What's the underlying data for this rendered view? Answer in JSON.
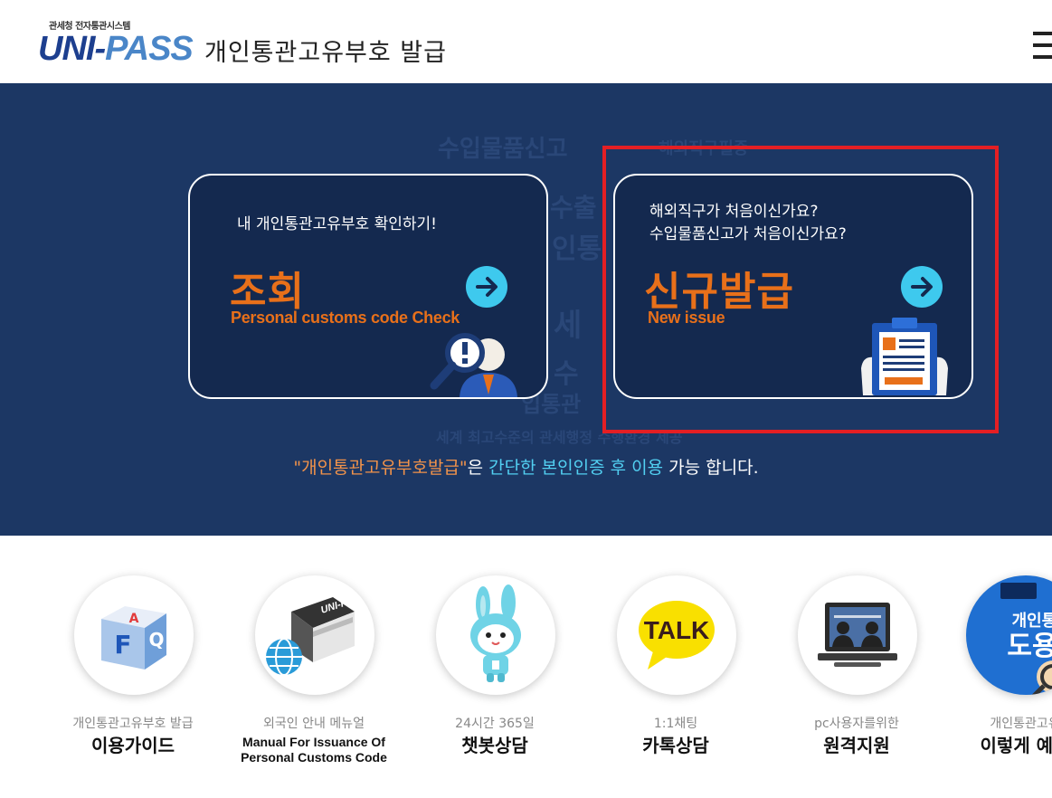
{
  "header": {
    "logo_sub": "관세청 전자통관시스템",
    "logo_uni": "UNI-",
    "logo_pass": "PASS",
    "title": "개인통관고유부호 발급"
  },
  "hero": {
    "bg_words": [
      "수입물품신고",
      "해외직구필증",
      "수출",
      "인통",
      "세",
      "수",
      "입통관",
      "세계 최고수준의 관세행정 수행환경 제공"
    ],
    "cards": [
      {
        "desc_lines": [
          "내 개인통관고유부호 확인하기!"
        ],
        "title": "조회",
        "subtitle_en": "Personal customs code Check",
        "icon": "magnifier-person-icon"
      },
      {
        "desc_lines": [
          "해외직구가 처음이신가요?",
          "수입물품신고가 처음이신가요?"
        ],
        "title": "신규발급",
        "subtitle_en": "New issue",
        "icon": "clipboard-document-icon"
      }
    ],
    "notice": {
      "part1": "\"개인통관고유부호발급\"",
      "part2": "은 ",
      "part3": "간단한 본인인증 후 이용",
      "part4": " 가능 합니다."
    }
  },
  "quick_menu": [
    {
      "sub": "개인통관고유부호 발급",
      "main": "이용가이드",
      "icon": "faq-cube-icon"
    },
    {
      "sub": "외국인 안내 메뉴얼",
      "main_en": [
        "Manual For Issuance Of",
        "Personal Customs Code"
      ],
      "icon": "globe-book-icon",
      "book_label": "UNI-PASS"
    },
    {
      "sub": "24시간 365일",
      "main": "챗봇상담",
      "icon": "rabbit-mascot-icon"
    },
    {
      "sub": "1:1채팅",
      "main": "카톡상담",
      "icon": "talk-bubble-icon",
      "bubble_label": "TALK"
    },
    {
      "sub": "pc사용자를위한",
      "main": "원격지원",
      "icon": "remote-support-icon"
    },
    {
      "sub": "개인통관고유",
      "main": "이렇게 예방",
      "icon": "prevention-promo-icon",
      "promo_lines": [
        "개인통관고",
        "도용 예"
      ]
    }
  ],
  "colors": {
    "hero_bg": "#1c3764",
    "accent_orange": "#e8701a",
    "accent_cyan": "#3ec9ee",
    "highlight_red": "#e41f24"
  }
}
